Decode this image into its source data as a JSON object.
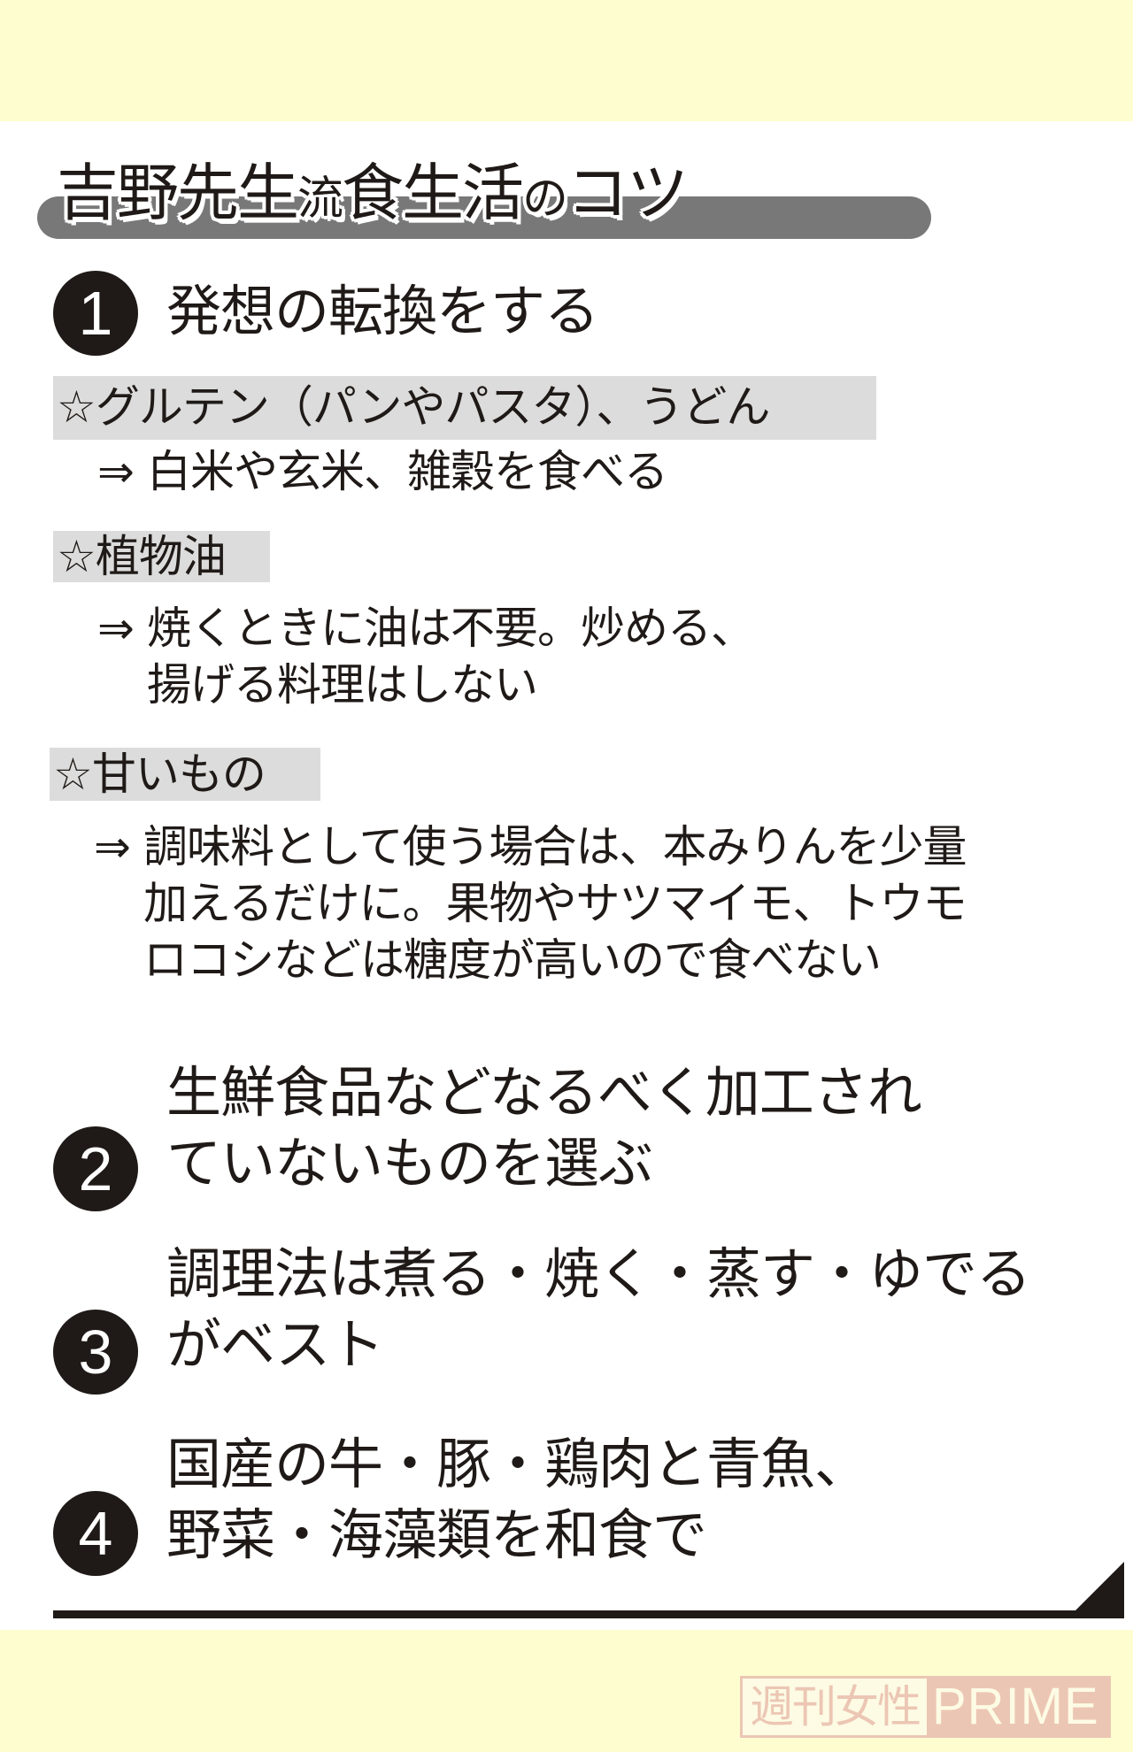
{
  "colors": {
    "band_yellow": "#fdfdd0",
    "ink": "#1f1a17",
    "pill_gray": "#787878",
    "label_gray": "#dcdcdc",
    "watermark_pink": "#ecc6b4"
  },
  "title": {
    "part1": "吉野先生",
    "part2": "流",
    "part3": "食生活",
    "part4": "の",
    "part5": "コツ"
  },
  "items": [
    {
      "number": "1",
      "heading": "発想の転換をする",
      "subitems": [
        {
          "label": "☆グルテン（パンやパスタ）、うどん",
          "arrow": "⇒",
          "lines": [
            "白米や玄米、雑穀を食べる"
          ]
        },
        {
          "label": "☆植物油",
          "arrow": "⇒",
          "lines": [
            "焼くときに油は不要。炒める、",
            "揚げる料理はしない"
          ]
        },
        {
          "label": "☆甘いもの",
          "arrow": "⇒",
          "lines": [
            "調味料として使う場合は、本みりんを少量",
            "加えるだけに。果物やサツマイモ、トウモ",
            "ロコシなどは糖度が高いので食べない"
          ]
        }
      ]
    },
    {
      "number": "2",
      "heading_lines": [
        "生鮮食品などなるべく加工され",
        "ていないものを選ぶ"
      ]
    },
    {
      "number": "3",
      "heading_lines": [
        "調理法は煮る・焼く・蒸す・ゆでる",
        "がベスト"
      ]
    },
    {
      "number": "4",
      "heading_lines": [
        "国産の牛・豚・鶏肉と青魚、",
        "野菜・海藻類を和食で"
      ]
    }
  ],
  "watermark": {
    "left": "週刊女性",
    "right": "PRIME"
  }
}
